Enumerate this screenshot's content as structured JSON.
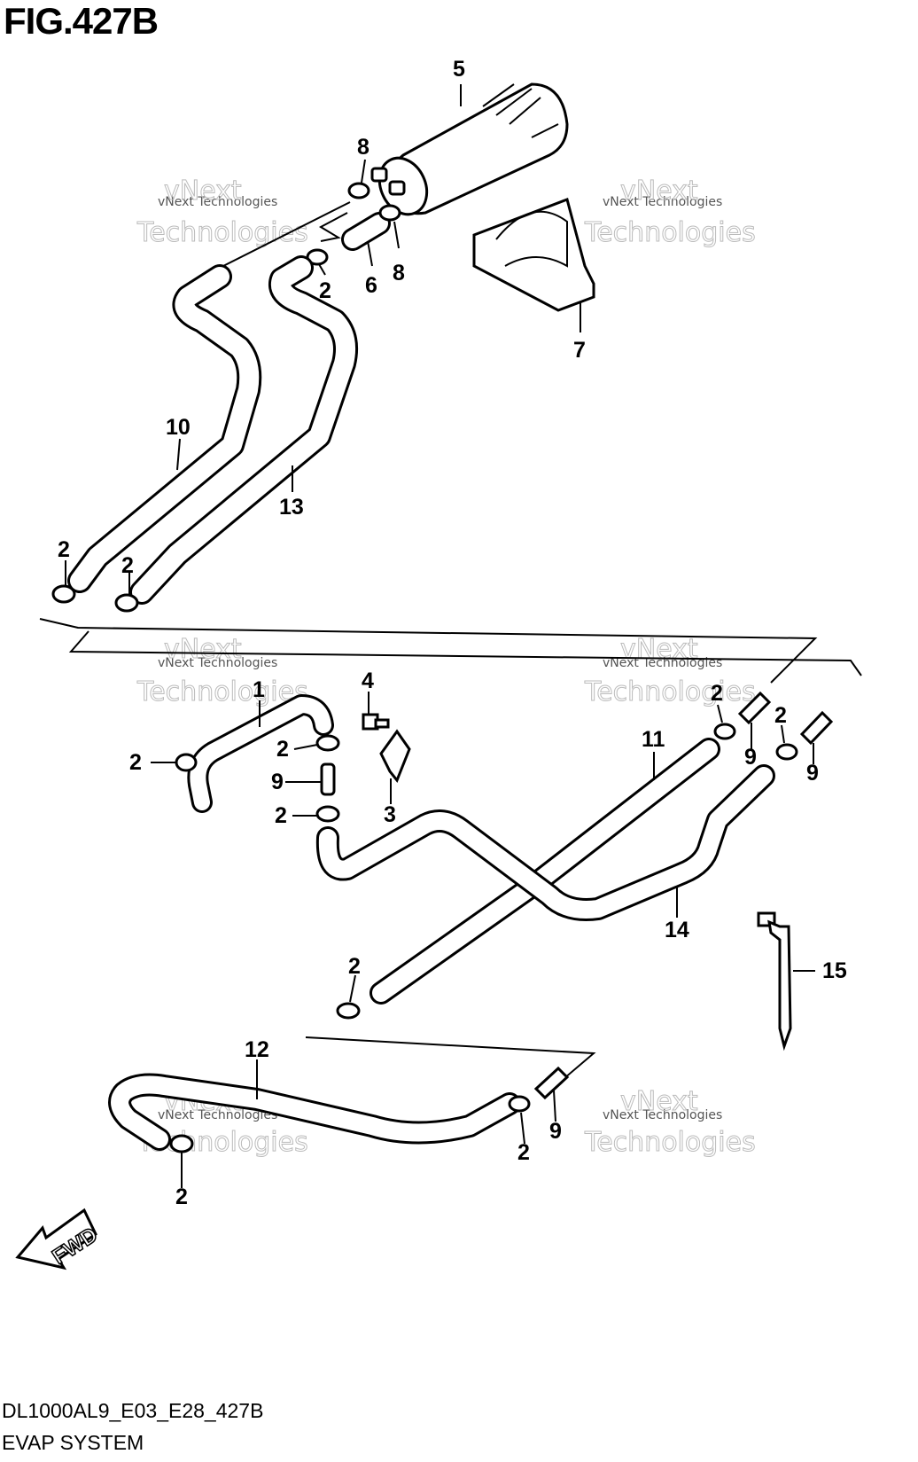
{
  "figure": {
    "title": "FIG.427B",
    "footer_code": "DL1000AL9_E03_E28_427B",
    "footer_name": "EVAP SYSTEM"
  },
  "watermark": {
    "small_text": "vNext Technologies",
    "large_line1": "vNext",
    "large_line2": "Technologies"
  },
  "fwd_label": "FWD",
  "callouts": {
    "c5": "5",
    "c8a": "8",
    "c8b": "8",
    "c6": "6",
    "c2a": "2",
    "c7": "7",
    "c10": "10",
    "c13": "13",
    "c2b": "2",
    "c2c": "2",
    "c1": "1",
    "c4": "4",
    "c2d": "2",
    "c2e": "2",
    "c9a": "9",
    "c2f": "2",
    "c3": "3",
    "c11": "11",
    "c2g": "2",
    "c9b": "9",
    "c2h": "2",
    "c9c": "9",
    "c14": "14",
    "c15": "15",
    "c2i": "2",
    "c12": "12",
    "c2j": "2",
    "c9d": "9",
    "c2k": "2"
  }
}
